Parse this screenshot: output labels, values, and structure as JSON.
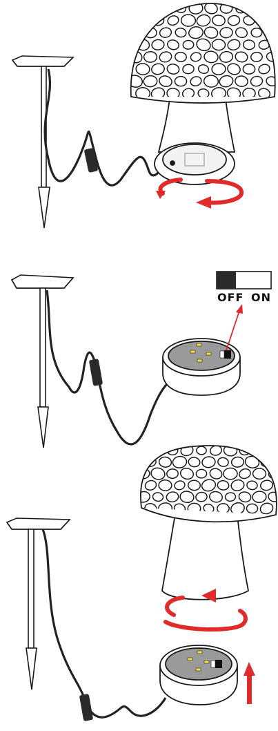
{
  "steps": [
    {
      "id": "step-1",
      "action": "unscrew-base-from-mushroom"
    },
    {
      "id": "step-2",
      "action": "set-switch-to-on"
    },
    {
      "id": "step-3",
      "action": "screw-base-into-mushroom"
    }
  ],
  "switch": {
    "off_label": "OFF",
    "on_label": "ON"
  },
  "colors": {
    "line": "#1a1a1a",
    "arrow": "#e12a2a",
    "cable": "#222222",
    "pcb": "#9a9a9a",
    "led": "#f2e24a",
    "white": "#ffffff"
  }
}
